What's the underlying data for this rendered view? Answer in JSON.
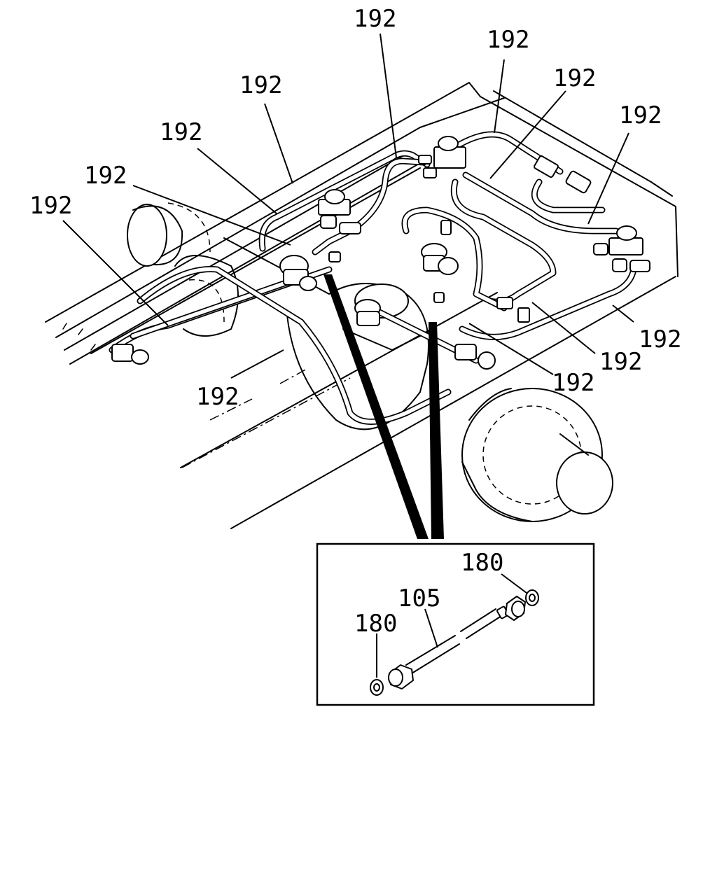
{
  "callouts": {
    "c192": "192",
    "c180": "180",
    "c105": "105"
  }
}
